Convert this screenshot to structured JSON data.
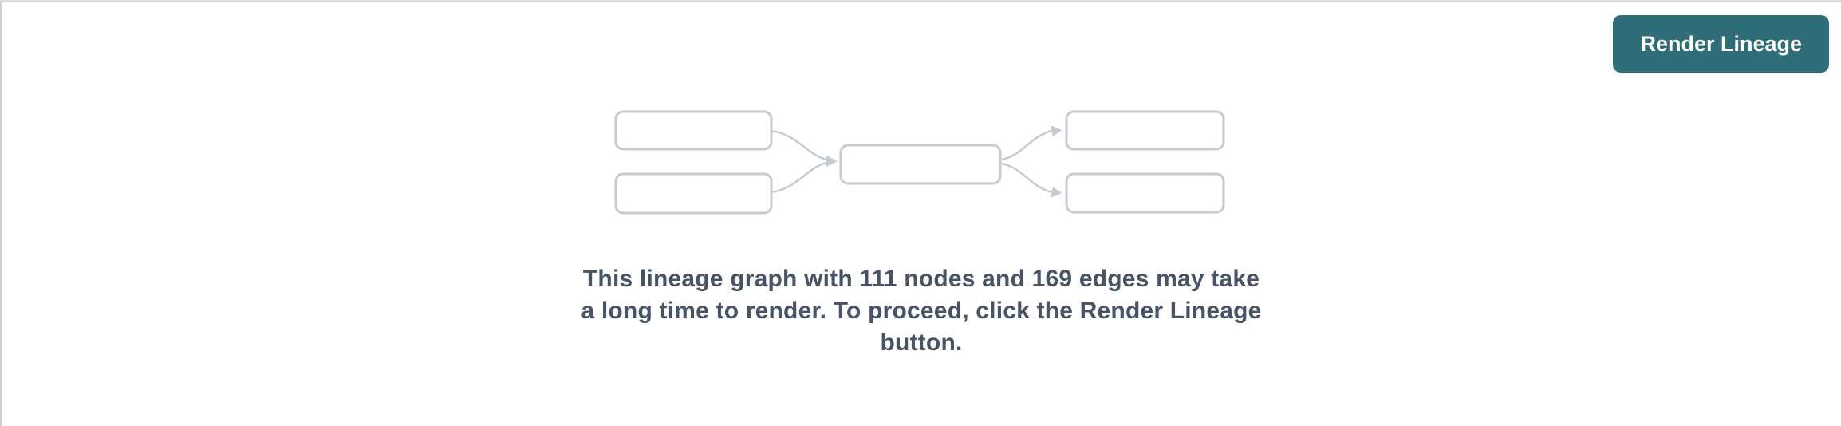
{
  "toolbar": {
    "render_lineage_button": "Render Lineage"
  },
  "placeholder": {
    "icon": "lineage-graph-placeholder-icon",
    "message": "This lineage graph with 111 nodes and 169 edges may take a long time to render. To proceed, click the Render Lineage button.",
    "message_lines": [
      "This lineage graph with 111 nodes and 169 edges may take",
      "a long time to render. To proceed, click the Render Lineage",
      "button."
    ],
    "node_count": "111",
    "edge_count": "169"
  },
  "colors": {
    "button_teal": "#2f6e78",
    "button_text": "#ffffff",
    "message_text": "#475467",
    "graph_stroke": "#c6cad2",
    "top_border": "#dcdce1",
    "left_border": "#cdced3"
  }
}
